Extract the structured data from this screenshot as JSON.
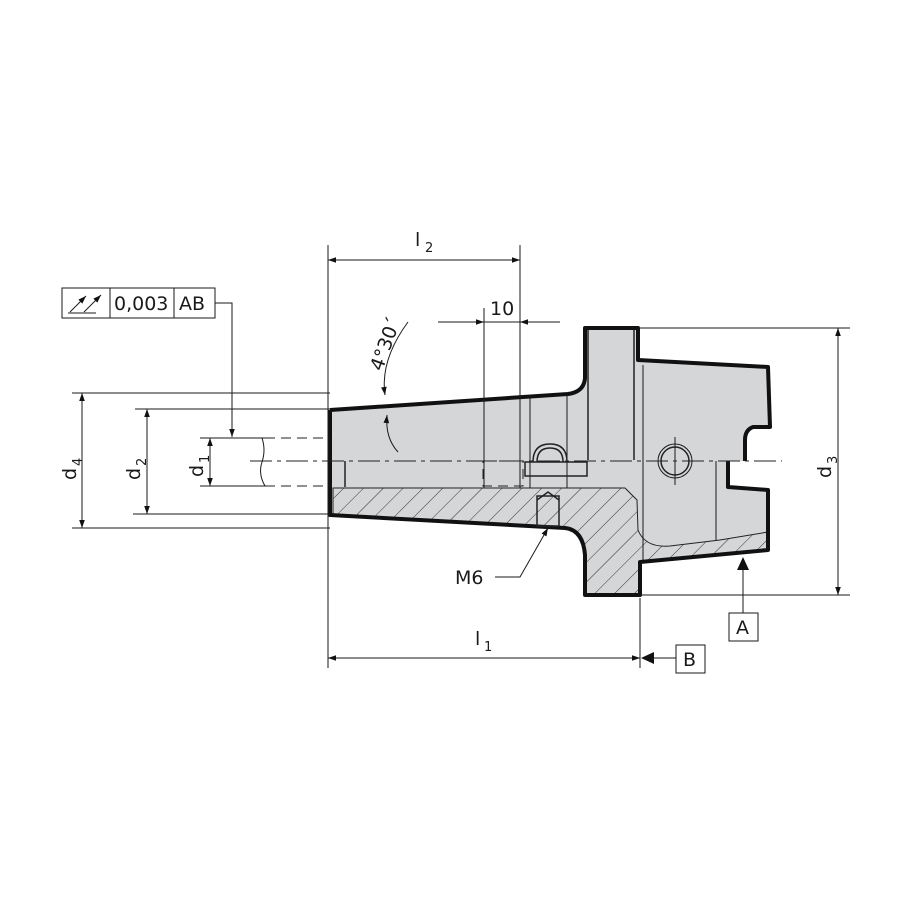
{
  "drawing": {
    "dimensions": {
      "l2": {
        "main": "l",
        "sub": "2"
      },
      "l1": {
        "main": "l",
        "sub": "1"
      },
      "d1": {
        "main": "d",
        "sub": "1"
      },
      "d2": {
        "main": "d",
        "sub": "2"
      },
      "d3": {
        "main": "d",
        "sub": "3"
      },
      "d4": {
        "main": "d",
        "sub": "4"
      },
      "width_10": "10",
      "angle": "4°30´"
    },
    "tolerance_frame": {
      "symbol": "total-runout",
      "value": "0,003",
      "datum": "AB"
    },
    "thread_label": "M6",
    "datums": {
      "a": "A",
      "b": "B"
    },
    "colors": {
      "body_fill": "#d4d6d8",
      "line": "#111111"
    }
  }
}
